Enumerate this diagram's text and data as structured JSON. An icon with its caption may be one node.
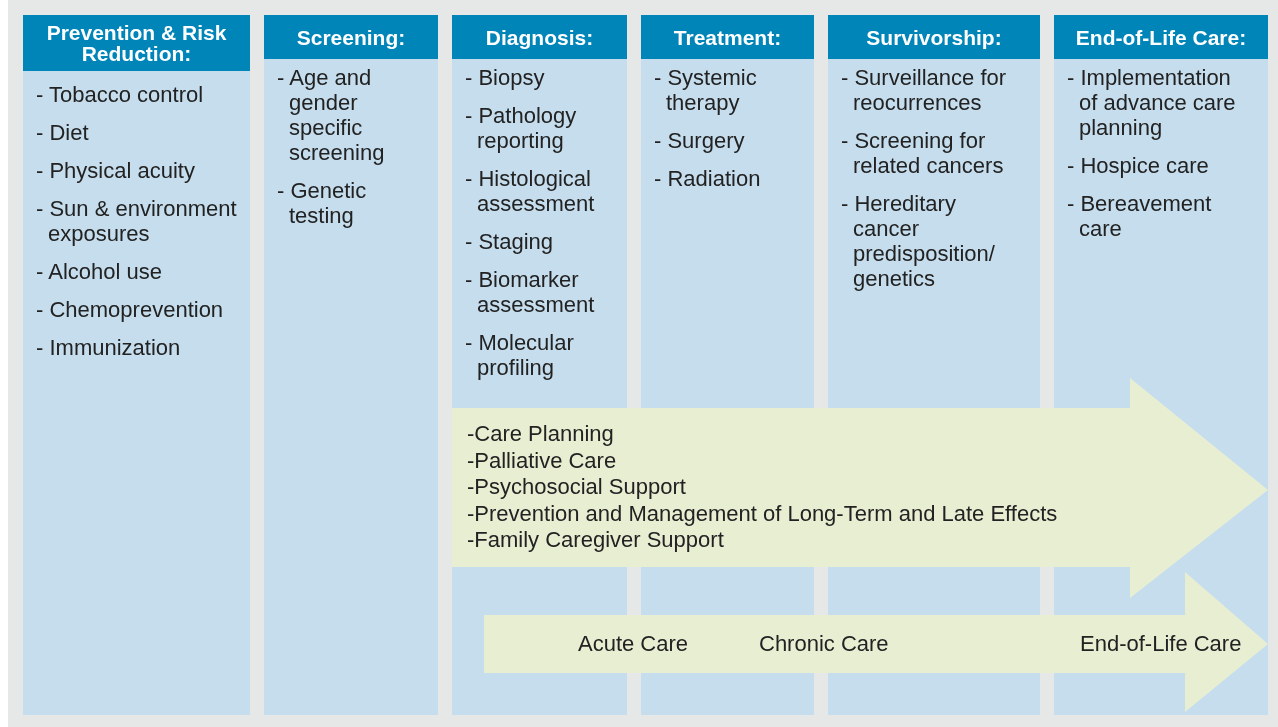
{
  "diagram": {
    "nodes": [
      {
        "text": [
          "Prevention & Risk Reduction:",
          "- Tobacco control",
          "- Diet",
          "- Physical acuity",
          "- Sun & environment exposures",
          "- Alcohol use",
          "- Chemoprevention",
          "- Immunization"
        ]
      },
      {
        "text": [
          "Screening:",
          "- Age and gender specific screening",
          "- Genetic testing"
        ]
      },
      {
        "text": [
          "Diagnosis:",
          "- Biopsy",
          "- Pathology reporting",
          "- Histological assessment",
          "- Staging",
          "- Biomarker assessment",
          "- Molecular profiling"
        ]
      },
      {
        "text": [
          "Treatment:",
          "- Systemic therapy",
          "- Surgery",
          "- Radiation"
        ]
      },
      {
        "text": [
          "Survivorship:",
          "- Surveillance for reocurrences",
          "- Screening for related cancers",
          "- Hereditary cancer predisposition/ genetics"
        ]
      },
      {
        "text": [
          "End-of-Life Care:",
          "- Implementation of advance care planning",
          "- Hospice care",
          "- Bereavement care"
        ]
      },
      {
        "text": [
          "-Care Planning",
          "-Palliative Care",
          "-Psychosocial Support",
          "-Prevention and Management of Long-Term and Late Effects",
          "-Family Caregiver Support"
        ]
      },
      {
        "text": [
          "Acute Care",
          "Chronic Care",
          "End-of-Life Care"
        ]
      }
    ]
  }
}
